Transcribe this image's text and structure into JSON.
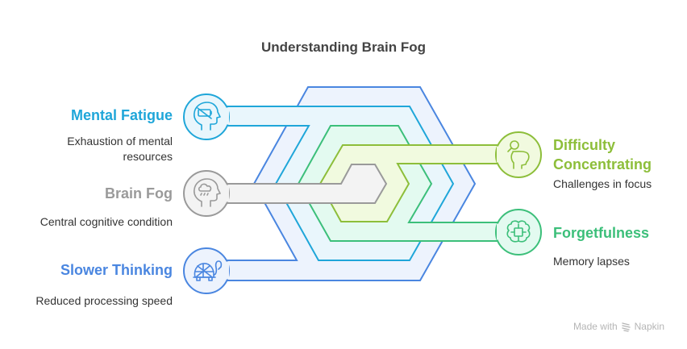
{
  "title": "Understanding Brain Fog",
  "colors": {
    "slower_thinking": {
      "stroke": "#4A86E0",
      "fill": "#EDF3FD",
      "text": "#4A86E0"
    },
    "mental_fatigue": {
      "stroke": "#1FA6D9",
      "fill": "#E9F6FC",
      "text": "#1FA6D9"
    },
    "forgetfulness": {
      "stroke": "#3CBF7A",
      "fill": "#E3FAF0",
      "text": "#3CBF7A"
    },
    "difficulty_concentrating": {
      "stroke": "#8DBE3A",
      "fill": "#F1FADF",
      "text": "#8DBE3A"
    },
    "brain_fog": {
      "stroke": "#9A9A9A",
      "fill": "#F3F3F3",
      "text": "#9A9A9A"
    }
  },
  "items": {
    "mental_fatigue": {
      "label": "Mental Fatigue",
      "description_line1": "Exhaustion of mental",
      "description_line2": "resources",
      "icon": "head-empty-battery-icon"
    },
    "brain_fog": {
      "label": "Brain Fog",
      "description": "Central cognitive condition",
      "icon": "head-rain-cloud-icon"
    },
    "slower_thinking": {
      "label": "Slower Thinking",
      "description": "Reduced processing speed",
      "icon": "turtle-icon"
    },
    "difficulty_concentrating": {
      "label_line1": "Difficulty",
      "label_line2": "Concentrating",
      "description": "Challenges in focus",
      "icon": "head-magnifier-icon"
    },
    "forgetfulness": {
      "label": "Forgetfulness",
      "description": "Memory lapses",
      "icon": "brain-chip-icon"
    }
  },
  "footer": {
    "made_with": "Made with",
    "brand": "Napkin",
    "icon": "napkin-logo-icon"
  }
}
